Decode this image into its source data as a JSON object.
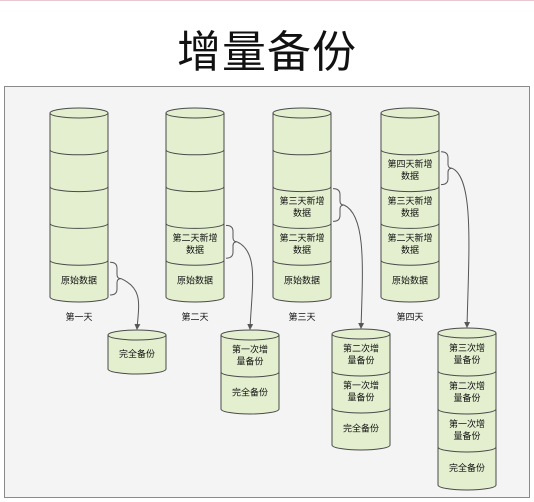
{
  "title": "增量备份",
  "colors": {
    "cylinder_fill": "#e3efcf",
    "cylinder_stroke": "#4a4a4a",
    "panel": "#f4f4f4",
    "arrow": "#555555"
  },
  "day_stacks": [
    {
      "day_label": "第一天",
      "segments": [
        "原始数据"
      ]
    },
    {
      "day_label": "第二天",
      "segments": [
        "第二天新增数据",
        "原始数据"
      ]
    },
    {
      "day_label": "第三天",
      "segments": [
        "第三天新增数据",
        "第二天新增数据",
        "原始数据"
      ]
    },
    {
      "day_label": "第四天",
      "segments": [
        "第四天新增数据",
        "第三天新增数据",
        "第二天新增数据",
        "原始数据"
      ]
    }
  ],
  "backup_stacks": [
    {
      "segments": [
        "完全备份"
      ]
    },
    {
      "segments": [
        "第一次增量备份",
        "完全备份"
      ]
    },
    {
      "segments": [
        "第二次增量备份",
        "第一次增量备份",
        "完全备份"
      ]
    },
    {
      "segments": [
        "第三次增量备份",
        "第二次增量备份",
        "第一次增量备份",
        "完全备份"
      ]
    }
  ]
}
